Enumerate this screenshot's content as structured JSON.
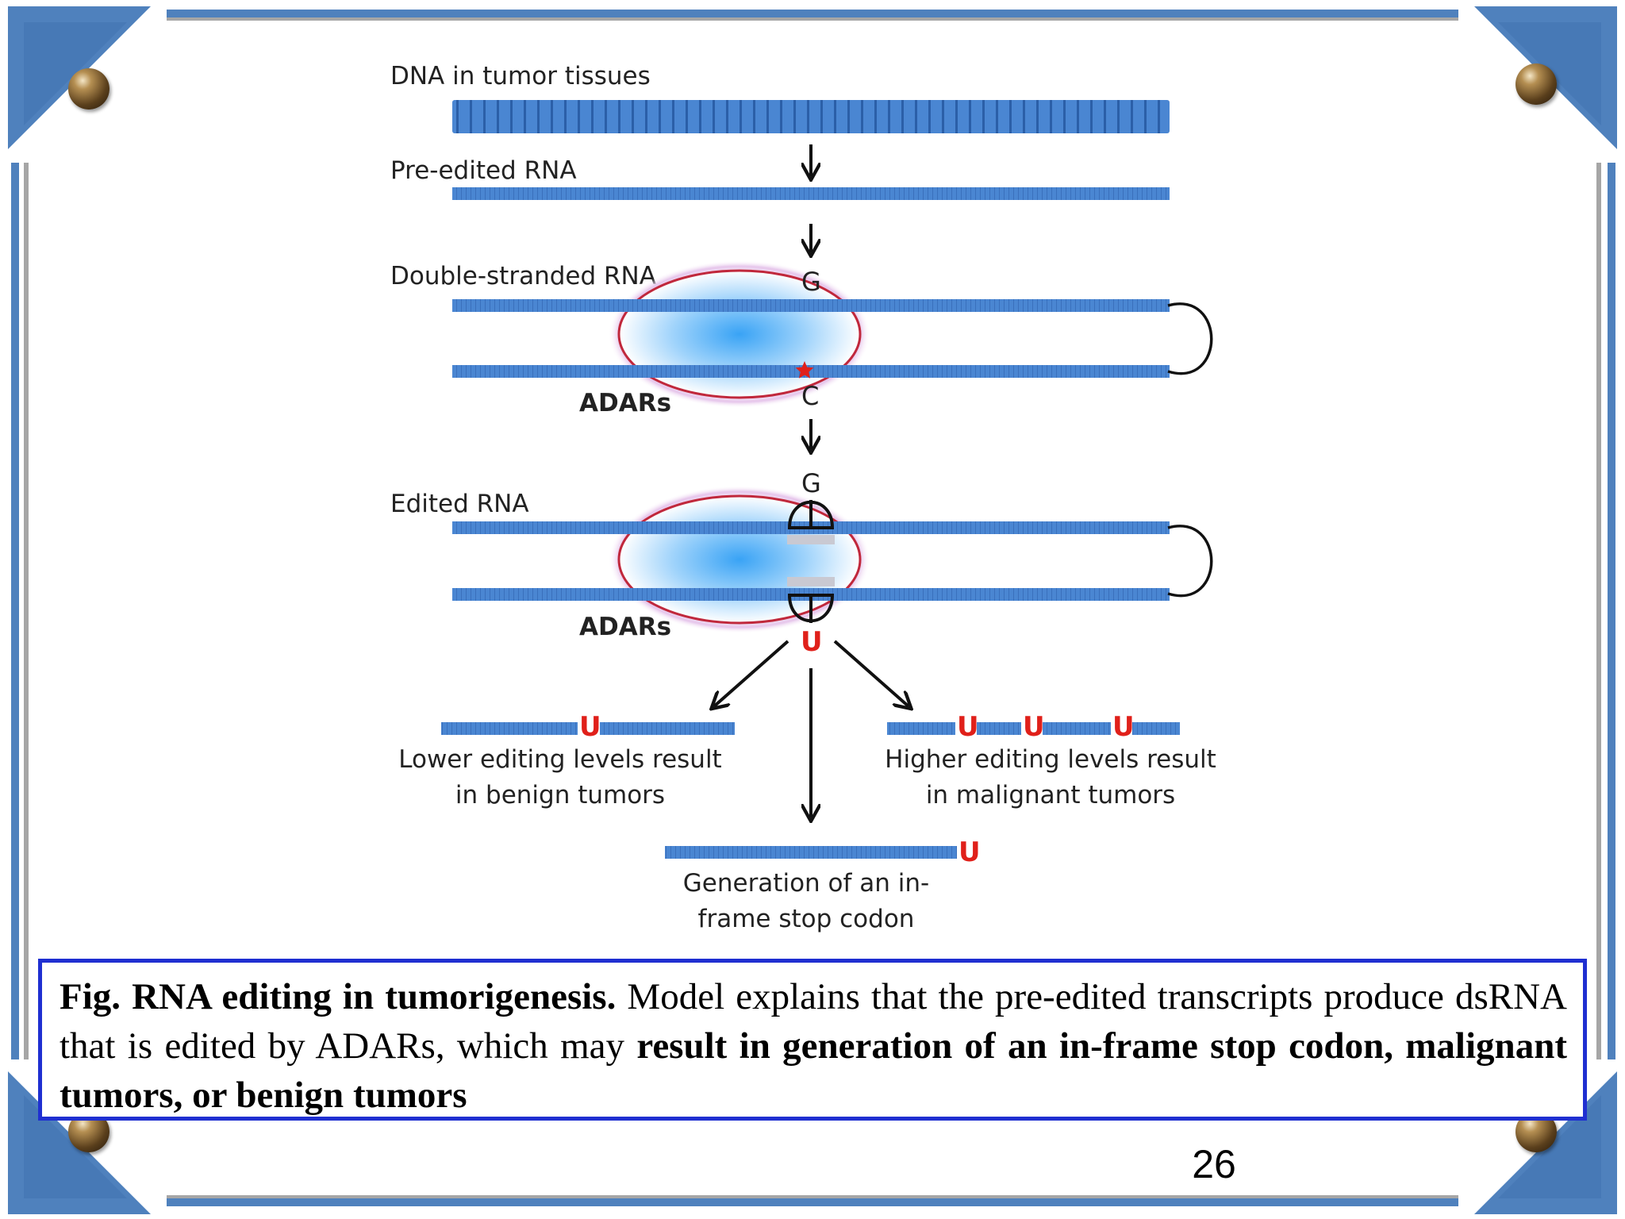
{
  "colors": {
    "frame": "#4f81bd",
    "strand": "#4a86d2",
    "enzyme_outline": "#c0283c",
    "edit_mark": "#e0201a",
    "caption_border": "#1f2fd1"
  },
  "diagram": {
    "dna_label": "DNA in tumor tissues",
    "pre_edited_label": "Pre-edited RNA",
    "double_stranded_label": "Double-stranded RNA",
    "edited_label": "Edited RNA",
    "adars_label_1": "ADARs",
    "adars_label_2": "ADARs",
    "nt_g_top": "G",
    "nt_c": "C",
    "nt_g_edited": "G",
    "nt_u_edited": "U",
    "nt_u_benign": "U",
    "nt_u_malignant_1": "U",
    "nt_u_malignant_2": "U",
    "nt_u_malignant_3": "U",
    "nt_u_stop": "U",
    "benign_line1": "Lower editing levels result",
    "benign_line2": "in  benign tumors",
    "malignant_line1": "Higher editing levels result",
    "malignant_line2": "in  malignant tumors",
    "stop_line1": "Generation of an in-",
    "stop_line2": "frame stop codon"
  },
  "caption": {
    "bold_lead": "Fig. RNA editing in tumorigenesis.",
    "text1": " Model explains that the pre-edited transcripts produce dsRNA that is edited by ADARs, which may ",
    "bold_tail": "result in generation of an in-frame stop codon, malignant tumors, or benign tumors"
  },
  "page_number": "26"
}
